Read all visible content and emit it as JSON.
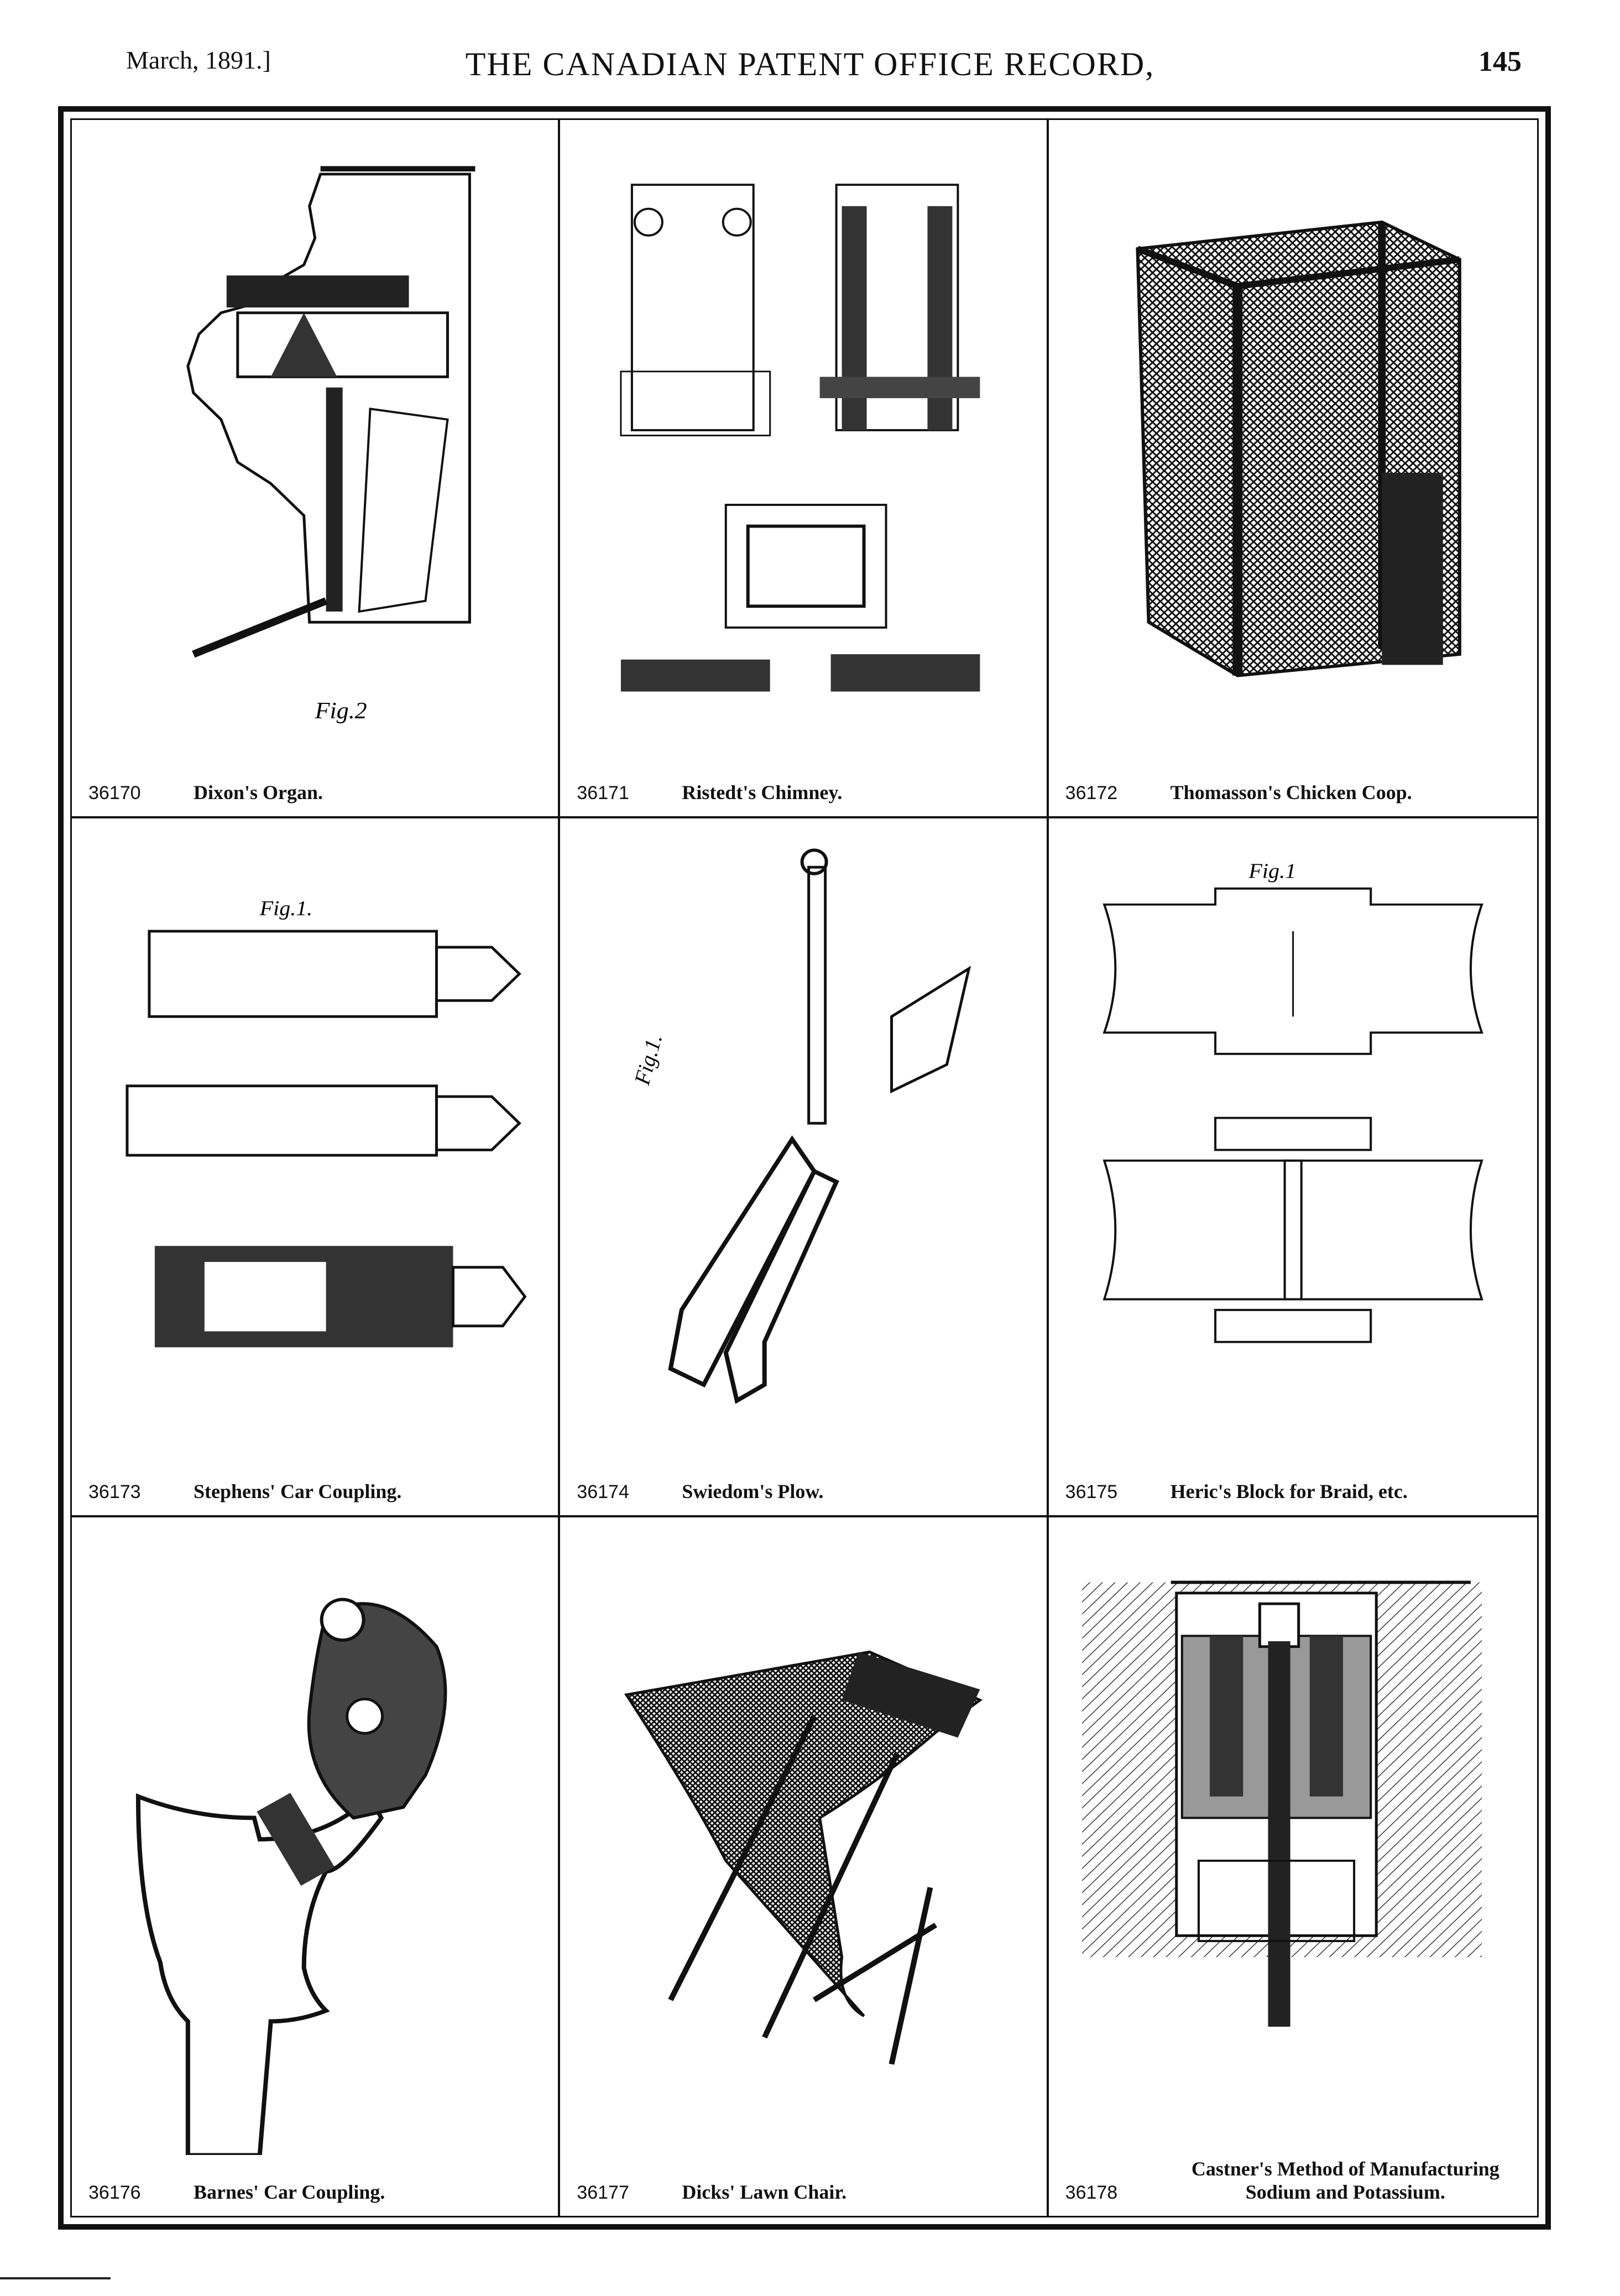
{
  "header": {
    "date": "March, 1891.]",
    "title": "THE CANADIAN PATENT OFFICE RECORD,",
    "page_number": "145"
  },
  "patents": [
    {
      "number": "36170",
      "title": "Dixon's Organ.",
      "fig_label": "Fig.2",
      "drawing": "organ-drawing"
    },
    {
      "number": "36171",
      "title": "Ristedt's Chimney.",
      "fig_label": "",
      "drawing": "chimney-drawing"
    },
    {
      "number": "36172",
      "title": "Thomasson's Chicken Coop.",
      "fig_label": "",
      "drawing": "chicken-coop-drawing"
    },
    {
      "number": "36173",
      "title": "Stephens' Car Coupling.",
      "fig_label": "Fig.1.",
      "drawing": "car-coupling-drawing"
    },
    {
      "number": "36174",
      "title": "Swiedom's Plow.",
      "fig_label": "Fig.1.",
      "drawing": "plow-drawing"
    },
    {
      "number": "36175",
      "title": "Heric's Block for Braid, etc.",
      "fig_label": "Fig.1",
      "drawing": "braid-block-drawing"
    },
    {
      "number": "36176",
      "title": "Barnes' Car Coupling.",
      "fig_label": "",
      "drawing": "coupling-hook-drawing"
    },
    {
      "number": "36177",
      "title": "Dicks' Lawn Chair.",
      "fig_label": "",
      "drawing": "lawn-chair-drawing"
    },
    {
      "number": "36178",
      "title": "Castner's Method of Manufacturing Sodium and Potassium.",
      "fig_label": "",
      "drawing": "furnace-drawing"
    }
  ]
}
